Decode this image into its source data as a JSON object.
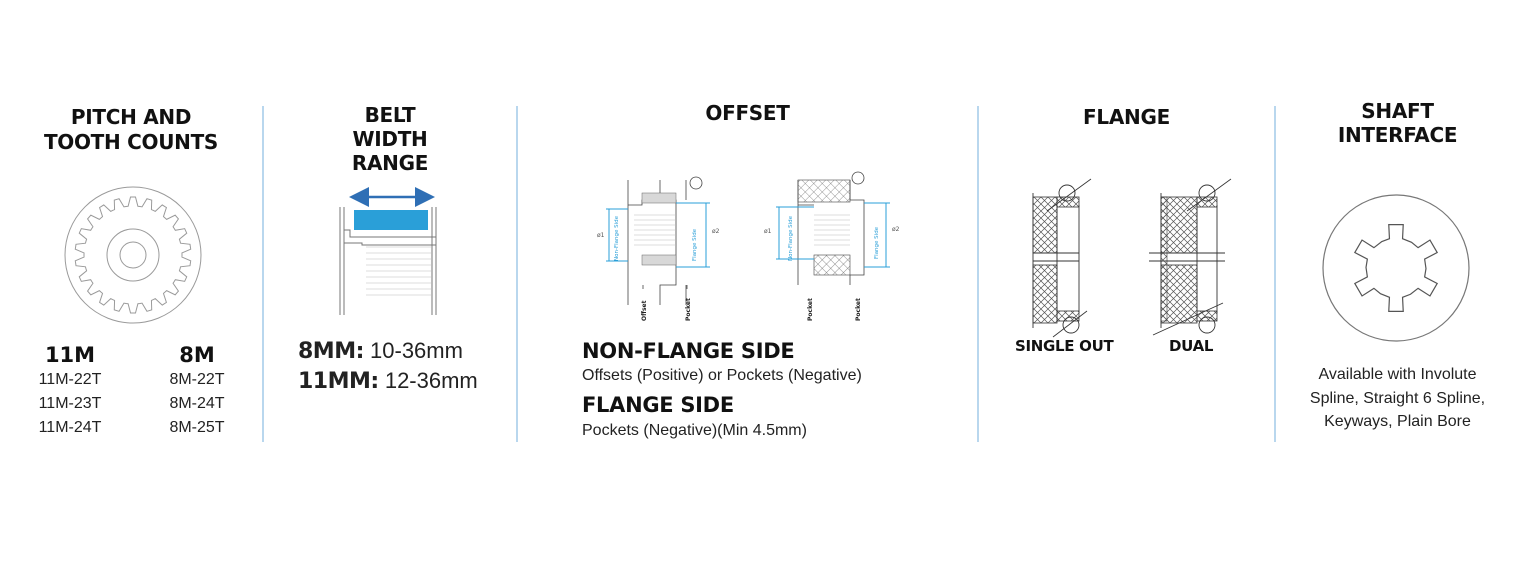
{
  "sections": {
    "pitch": {
      "heading": [
        "PITCH AND",
        "TOOTH COUNTS"
      ],
      "columns": [
        {
          "title": "11M",
          "items": [
            "11M-22T",
            "11M-23T",
            "11M-24T"
          ]
        },
        {
          "title": "8M",
          "items": [
            "8M-22T",
            "8M-24T",
            "8M-25T"
          ]
        }
      ]
    },
    "belt": {
      "heading": [
        "BELT",
        "WIDTH",
        "RANGE"
      ],
      "widths": [
        {
          "label": "8MM:",
          "range": "10-36mm"
        },
        {
          "label": "11MM:",
          "range": "12-36mm"
        }
      ]
    },
    "offset": {
      "heading": "OFFSET",
      "diagram_labels": {
        "non_flange_side": "Non-Flange Side",
        "flange_side": "Flange Side",
        "dia1": "ø1",
        "dia2": "ø2",
        "offset": "Offset",
        "pocket": "Pocket"
      },
      "non_flange_title": "NON-FLANGE SIDE",
      "non_flange_desc": "Offsets (Positive) or Pockets (Negative)",
      "flange_title": "FLANGE SIDE",
      "flange_desc": "Pockets (Negative)(Min 4.5mm)"
    },
    "flange": {
      "heading": "FLANGE",
      "single_label": "SINGLE OUT",
      "dual_label": "DUAL"
    },
    "shaft": {
      "heading": [
        "SHAFT",
        "INTERFACE"
      ],
      "description": [
        "Available with Involute",
        "Spline, Straight 6 Spline,",
        "Keyways, Plain Bore"
      ]
    }
  },
  "colors": {
    "divider": "#b9d7ee",
    "accent_blue": "#2a9fd8",
    "arrow_blue": "#2f6fb5",
    "line_gray": "#555555"
  }
}
